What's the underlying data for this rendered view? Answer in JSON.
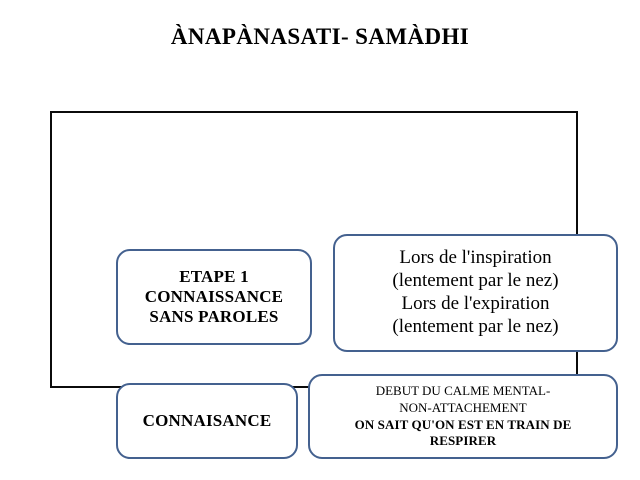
{
  "slide": {
    "title": "ÀNAPÀNASATI- SAMÀDHI",
    "background_color": "#ffffff",
    "text_color": "#000000",
    "frame_border_color": "#0b0b0b",
    "box_border_color": "#44618f"
  },
  "boxes": {
    "etape": {
      "name": "ETAPE 1 CONNAISSANCE SANS PAROLES",
      "lines": [
        "ETAPE 1",
        "CONNAISSANCE",
        "SANS PAROLES"
      ]
    },
    "breathing": {
      "name": "Lors de l'inspiration / expiration",
      "lines": [
        "Lors de l'inspiration",
        "(lentement par le nez)",
        "Lors de l'expiration",
        "(lentement par le nez)"
      ]
    },
    "connaisance": {
      "name": "CONNAISANCE",
      "label": "CONNAISANCE"
    },
    "calme_mental": {
      "name": "DEBUT DU CALME MENTAL",
      "lines": [
        "DEBUT DU CALME MENTAL-",
        "NON-ATTACHEMENT",
        "ON SAIT QU'ON EST EN TRAIN DE",
        "RESPIRER"
      ]
    }
  }
}
